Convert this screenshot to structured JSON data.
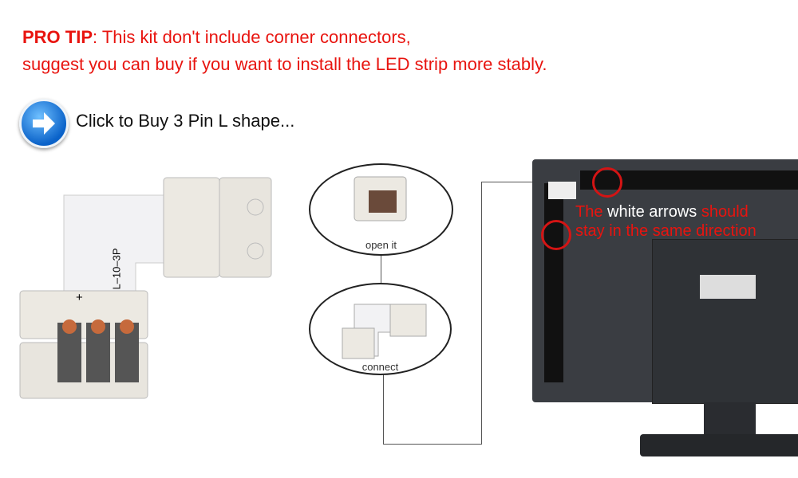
{
  "pro_tip": {
    "label": "PRO TIP",
    "line1": ": This kit don't include corner connectors,",
    "line2": "suggest you can buy if you want to install the LED strip more stably."
  },
  "buy_link": {
    "icon": "arrow-right-icon",
    "text": "Click to Buy 3 Pin L shape..."
  },
  "connector": {
    "print_label": "L–10–3P",
    "plus": "+"
  },
  "steps": [
    {
      "label": "open it"
    },
    {
      "label": "connect"
    }
  ],
  "monitor_note": {
    "part1": "The",
    "part2": " white arrows ",
    "part3": "should",
    "line2": "stay in the same direction"
  },
  "colors": {
    "accent": "#e8140f",
    "monitor": "#3a3d42"
  }
}
